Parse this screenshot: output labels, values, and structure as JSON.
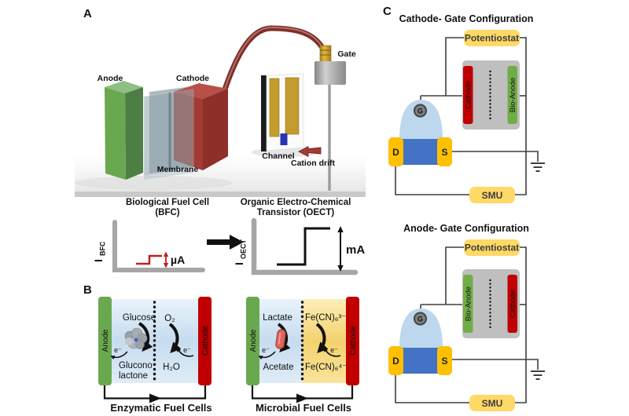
{
  "panel_a": {
    "label": "A",
    "bfc": {
      "anode_label": "Anode",
      "cathode_label": "Cathode",
      "membrane_label": "Membrane"
    },
    "oect": {
      "gate_label": "Gate",
      "channel_label": "Channel",
      "cation_drift_label": "Cation drift"
    },
    "caption_bfc_line1": "Biological Fuel Cell",
    "caption_bfc_line2": "(BFC)",
    "caption_oect_line1": "Organic Electro-Chemical",
    "caption_oect_line2": "Transistor (OECT)",
    "plot_bfc": {
      "current_symbol": "I",
      "current_subscript": "BFC",
      "scale_label": "µA"
    },
    "plot_oect": {
      "current_symbol": "I",
      "current_subscript": "OECT",
      "scale_label": "mA"
    }
  },
  "panel_b": {
    "label": "B",
    "enzymatic": {
      "anode_label": "Anode",
      "cathode_label": "Cathode",
      "fuel": "Glucose",
      "oxidant": "O₂",
      "product_line1": "Glucono",
      "product_line2": "lactone",
      "reduced": "H₂O",
      "electron_anode": "e⁻",
      "electron_cathode": "e⁻",
      "caption": "Enzymatic Fuel Cells"
    },
    "microbial": {
      "anode_label": "Anode",
      "cathode_label": "Cathode",
      "fuel": "Lactate",
      "oxidant": "Fe(CN)₆³⁻",
      "product": "Acetate",
      "reduced": "Fe(CN)₆⁴⁻",
      "electron_anode": "e⁻",
      "electron_cathode": "e⁻",
      "caption": "Microbial Fuel Cells"
    }
  },
  "panel_c": {
    "label": "C",
    "cathode_gate": {
      "title": "Cathode- Gate Configuration",
      "potentiostat_label": "Potentiostat",
      "smu_label": "SMU",
      "gate_label": "G",
      "drain_label": "D",
      "source_label": "S",
      "left_electrode": "Cathode",
      "right_electrode": "Bio-Anode"
    },
    "anode_gate": {
      "title": "Anode- Gate Configuration",
      "potentiostat_label": "Potentiostat",
      "smu_label": "SMU",
      "gate_label": "G",
      "drain_label": "D",
      "source_label": "S",
      "left_electrode": "Bio-Anode",
      "right_electrode": "Cathode"
    }
  },
  "colors": {
    "anode_green": "#6aa84f",
    "bioanode_green": "#70ad47",
    "cathode_red": "#c00000",
    "channel_blue": "#4472c4",
    "oect_channel_navy": "#2a35b5",
    "electrolyte_blue": "#bdd7ee",
    "contact_gold": "#ffc000",
    "box_yellow": "#ffd966",
    "instrument_gray": "#bfbfbf",
    "signal_red": "#c0211c",
    "bacterium_pink": "#e06660"
  }
}
